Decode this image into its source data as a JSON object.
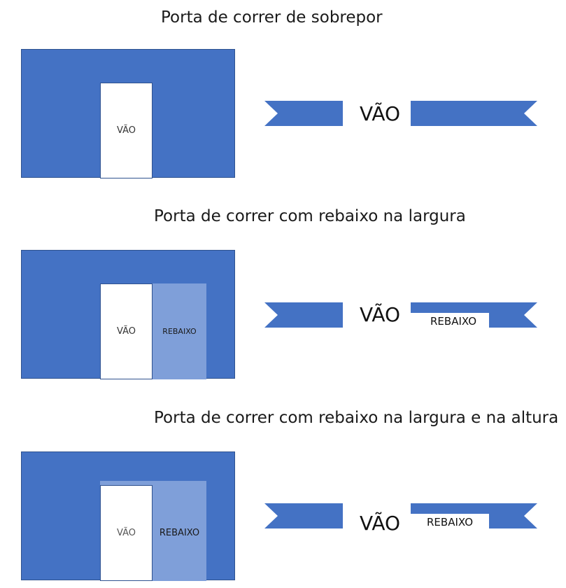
{
  "colors": {
    "wall": "#4472c4",
    "recess": "#7f9fd9",
    "opening": "#ffffff"
  },
  "panels": [
    {
      "title": "Porta de correr de sobrepor",
      "elevation": {
        "opening_label": "VÃO"
      },
      "section": {
        "opening_label": "VÃO"
      }
    },
    {
      "title": "Porta de correr com rebaixo na largura",
      "elevation": {
        "opening_label": "VÃO",
        "recess_label": "REBAIXO"
      },
      "section": {
        "opening_label": "VÃO",
        "recess_label": "REBAIXO"
      }
    },
    {
      "title": "Porta de correr com rebaixo na largura e na altura",
      "elevation": {
        "opening_label": "VÃO",
        "recess_label": "REBAIXO"
      },
      "section": {
        "opening_label": "VÃO",
        "recess_label": "REBAIXO"
      }
    }
  ]
}
